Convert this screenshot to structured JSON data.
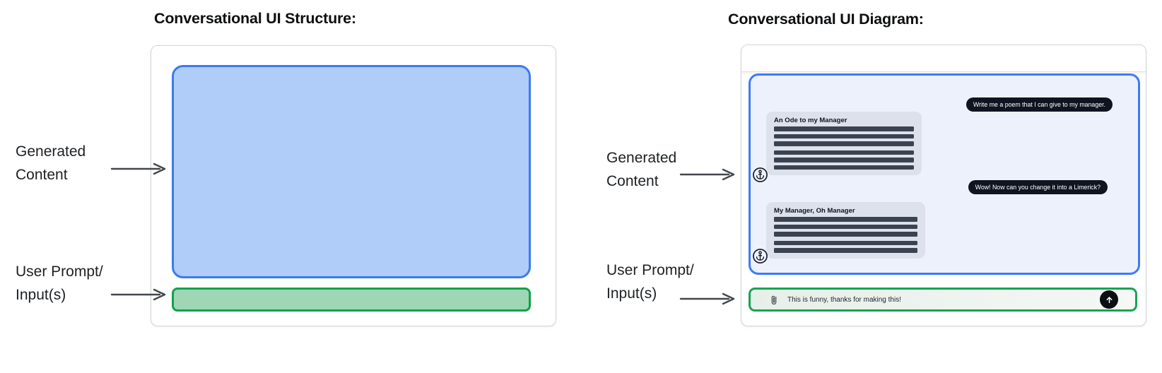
{
  "left_figure": {
    "title": "Conversational UI Structure:",
    "generated_content_box": "generated-content-area",
    "user_input_box": "user-input-area"
  },
  "right_figure": {
    "title": "Conversational UI Diagram:",
    "chat": {
      "user_messages": [
        "Write me a poem that I can give to my manager.",
        "Wow! Now can you change it into a Limerick?"
      ],
      "assistant_messages": [
        {
          "title": "An Ode to my Manager",
          "paragraphs": [
            3,
            3
          ],
          "avatar_icon": "ai-avatar-icon"
        },
        {
          "title": "My Manager, Oh Manager",
          "paragraphs": [
            3,
            2
          ],
          "avatar_icon": "ai-avatar-icon"
        }
      ],
      "input": {
        "text": "This is funny, thanks for making this!",
        "attach_icon": "paperclip-icon",
        "send_icon": "arrow-up-icon"
      }
    }
  },
  "annotation_labels": {
    "generated_lines": [
      "Generated",
      "Content"
    ],
    "user_lines": [
      "User Prompt/",
      "Input(s)"
    ]
  },
  "colors": {
    "generated_fill": "#b0ccf8",
    "generated_border": "#3b7bf2",
    "input_fill": "#9fd6b4",
    "input_border": "#14a04f",
    "chat_panel_fill": "#edf1fc",
    "chat_panel_border": "#3d7bf5",
    "user_pill_bg": "#0f1420",
    "ai_msg_bg": "#dce1eb",
    "text_bar": "#3c4350",
    "chat_input_border": "#17a353",
    "send_button_bg": "#0b0e13",
    "arrow": "#43474c"
  }
}
